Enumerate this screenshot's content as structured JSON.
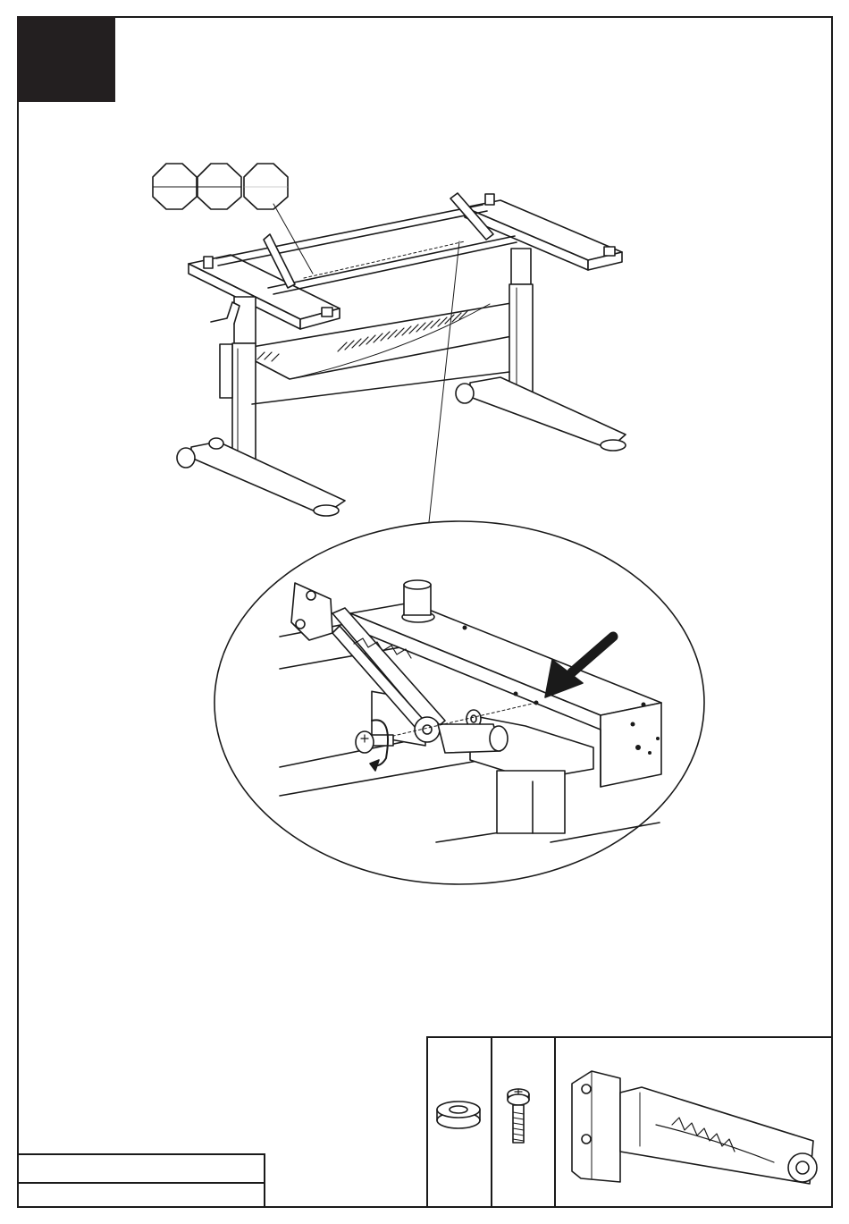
{
  "step": {
    "number": ""
  },
  "identification": {
    "row1": "",
    "row2": ""
  },
  "icons": {
    "tool": "allen-key-octagon-icon",
    "arrow": "pointing-arrow-icon",
    "rotate": "rotate-clockwise-icon"
  },
  "parts": [
    {
      "name": "spacer-washer",
      "quantity": ""
    },
    {
      "name": "hex-socket-screw",
      "quantity": ""
    },
    {
      "name": "adjustable-support-bracket",
      "quantity": ""
    }
  ],
  "colors": {
    "line": "#1a1a1a",
    "badge": "#231f20",
    "paper": "#ffffff"
  }
}
